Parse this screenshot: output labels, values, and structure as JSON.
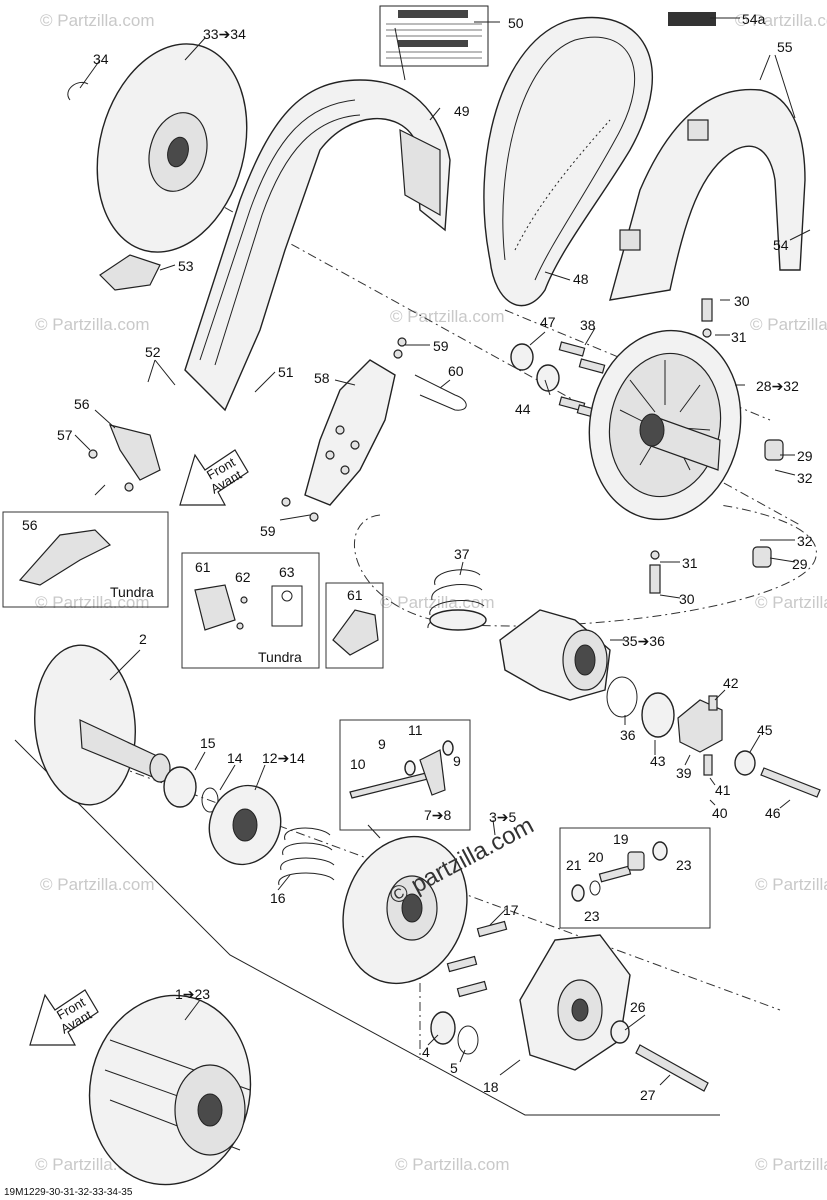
{
  "diagram": {
    "code": "19M1229-30-31-32-33-34-35",
    "watermark": "© Partzilla.com",
    "overlay_watermark": "© partzilla.com",
    "front_label": {
      "line1": "Front",
      "line2": "Avant"
    },
    "box_labels": {
      "tundra": "Tundra"
    },
    "callouts": {
      "c1_23": "1➔23",
      "c2": "2",
      "c3_5": "3➔5",
      "c4": "4",
      "c5": "5",
      "c7_8": "7➔8",
      "c9a": "9",
      "c9b": "9",
      "c10": "10",
      "c11": "11",
      "c12_14": "12➔14",
      "c14": "14",
      "c15": "15",
      "c16": "16",
      "c17": "17",
      "c18": "18",
      "c19": "19",
      "c20": "20",
      "c21": "21",
      "c23a": "23",
      "c23b": "23",
      "c26": "26",
      "c27": "27",
      "c28_32": "28➔32",
      "c29a": "29",
      "c29b": "29",
      "c30a": "30",
      "c30b": "30",
      "c31a": "31",
      "c31b": "31",
      "c32a": "32",
      "c32b": "32",
      "c33_34": "33➔34",
      "c34": "34",
      "c35_36": "35➔36",
      "c36": "36",
      "c37": "37",
      "c38": "38",
      "c39": "39",
      "c40": "40",
      "c41": "41",
      "c42": "42",
      "c43": "43",
      "c44": "44",
      "c45": "45",
      "c46": "46",
      "c47": "47",
      "c48": "48",
      "c49": "49",
      "c50": "50",
      "c51": "51",
      "c52": "52",
      "c53": "53",
      "c54": "54",
      "c54a": "54a",
      "c55": "55",
      "c56a": "56",
      "c56b": "56",
      "c57": "57",
      "c58": "58",
      "c59a": "59",
      "c59b": "59",
      "c60": "60",
      "c61a": "61",
      "c61b": "61",
      "c62": "62",
      "c63": "63"
    }
  }
}
